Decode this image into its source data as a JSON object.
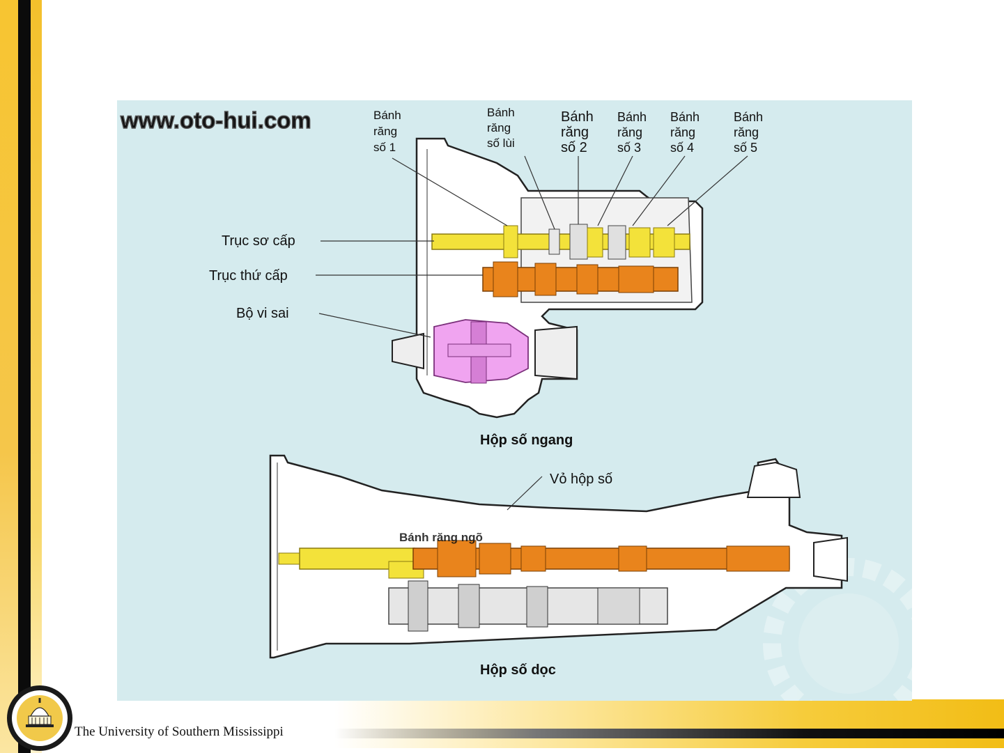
{
  "watermark": "www.oto-hui.com",
  "gear_labels": [
    {
      "line1": "Bánh",
      "line2": "răng",
      "line3": "số 1"
    },
    {
      "line1": "Bánh",
      "line2": "răng",
      "line3": "số lùi"
    },
    {
      "line1": "Bánh",
      "line2": "răng",
      "line3": "số 2"
    },
    {
      "line1": "Bánh",
      "line2": "răng",
      "line3": "số 3"
    },
    {
      "line1": "Bánh",
      "line2": "răng",
      "line3": "số 4"
    },
    {
      "line1": "Bánh",
      "line2": "răng",
      "line3": "số 5"
    }
  ],
  "shaft_labels": {
    "primary": "Trục sơ cấp",
    "secondary": "Trục thứ cấp",
    "differential": "Bộ vi sai"
  },
  "captions": {
    "transverse": "Hộp số ngang",
    "longitudinal": "Hộp số dọc",
    "housing": "Vỏ hộp số",
    "hidden_label": "Bánh răng ngõ"
  },
  "footer": {
    "university": "The University of Southern Mississippi"
  },
  "colors": {
    "diagram_bg": "#d5ebee",
    "primary_shaft": "#f3e23a",
    "secondary_shaft": "#e9841c",
    "differential": "#f0a4f0",
    "accent_gold": "#f4c02c"
  }
}
